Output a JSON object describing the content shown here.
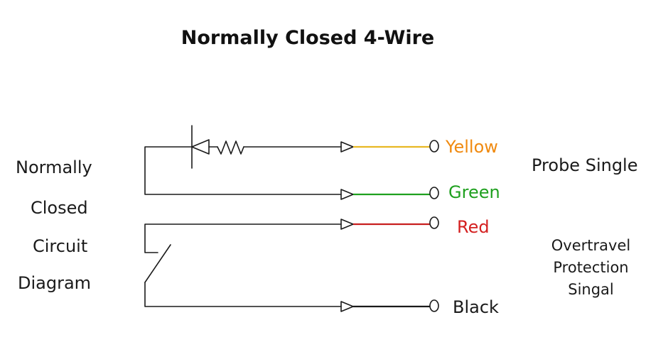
{
  "title": "Normally Closed 4-Wire",
  "left_label": [
    "Normally",
    "Closed",
    "Circuit",
    "Diagram"
  ],
  "right_labels": {
    "probe": "Probe Single",
    "overtravel": [
      "Overtravel",
      "Protection",
      "Singal"
    ]
  },
  "wires": [
    {
      "label": "Yellow",
      "color": "#e8b824",
      "text_color": "#f08a10"
    },
    {
      "label": "Green",
      "color": "#1fa01f",
      "text_color": "#1fa01f"
    },
    {
      "label": "Red",
      "color": "#c81e1e",
      "text_color": "#d42020"
    },
    {
      "label": "Black",
      "color": "#1a1a1a",
      "text_color": "#1a1a1a"
    }
  ]
}
